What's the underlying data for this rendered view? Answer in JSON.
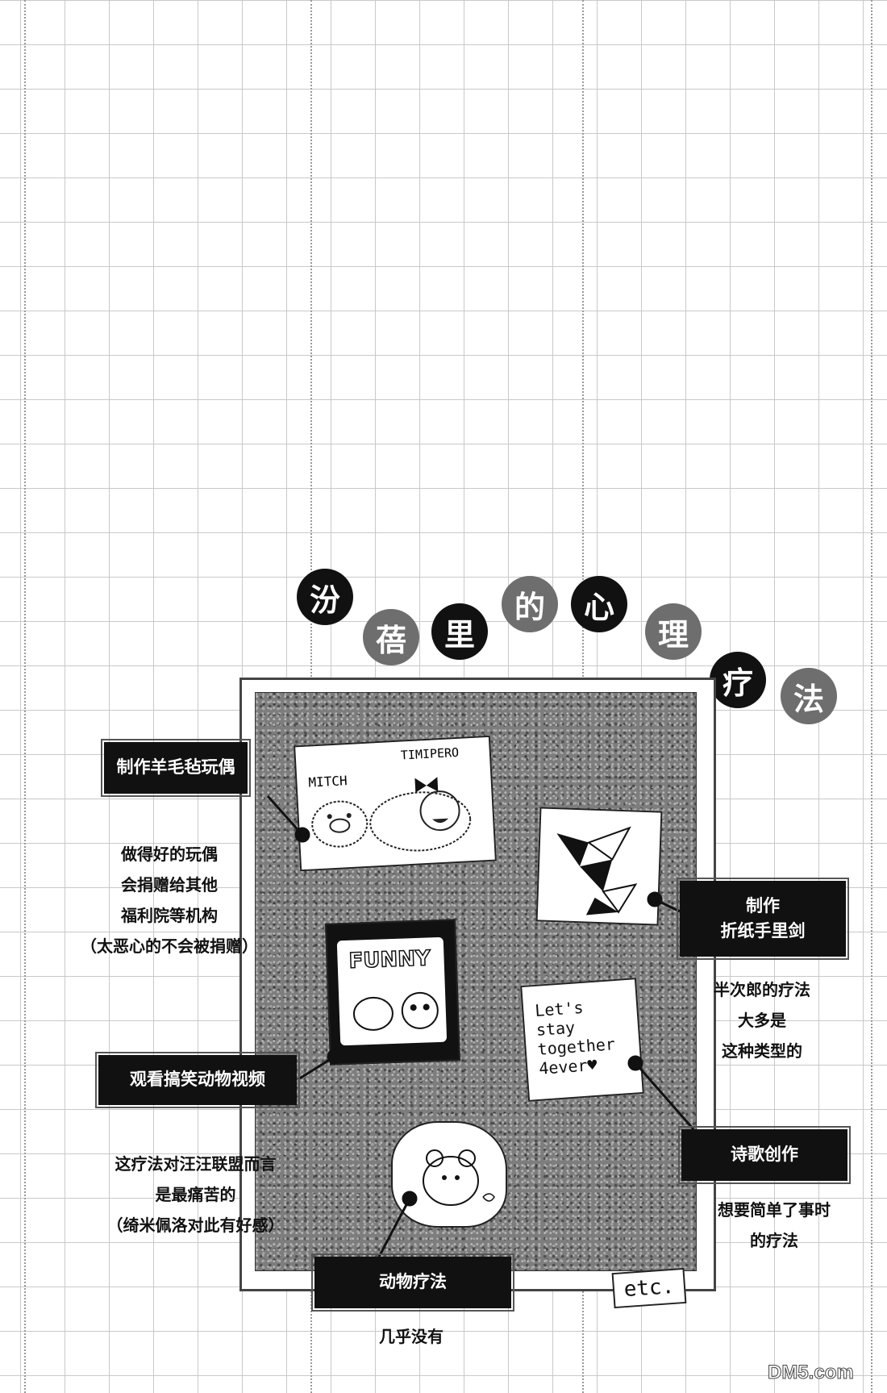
{
  "title": [
    "汾",
    "蓓",
    "里",
    "的",
    "心",
    "理",
    "疗",
    "法"
  ],
  "labels": {
    "felt_doll": "制作羊毛毡玩偶",
    "shuriken": [
      "制作",
      "折纸手里剑"
    ],
    "funny_video": "观看搞笑动物视频",
    "poetry": "诗歌创作",
    "animal_therapy": "动物疗法"
  },
  "captions": {
    "felt_doll": [
      "做得好的玩偶",
      "会捐赠给其他",
      "福利院等机构",
      "（太恶心的不会被捐赠）"
    ],
    "shuriken": [
      "半次郎的疗法",
      "大多是",
      "这种类型的"
    ],
    "funny_video": [
      "这疗法对汪汪联盟而言",
      "是最痛苦的",
      "（绮米佩洛对此有好感）"
    ],
    "poetry": [
      "想要简单了事时",
      "的疗法"
    ],
    "animal_therapy": [
      "几乎没有"
    ]
  },
  "sketches": {
    "doll_names": [
      "MITCH",
      "TIMIPERO"
    ],
    "funny_sign": "FUNNY",
    "poem": [
      "Let's",
      "stay",
      "together",
      "4ever♥"
    ],
    "etc": "etc."
  },
  "watermark": "DM5.com"
}
